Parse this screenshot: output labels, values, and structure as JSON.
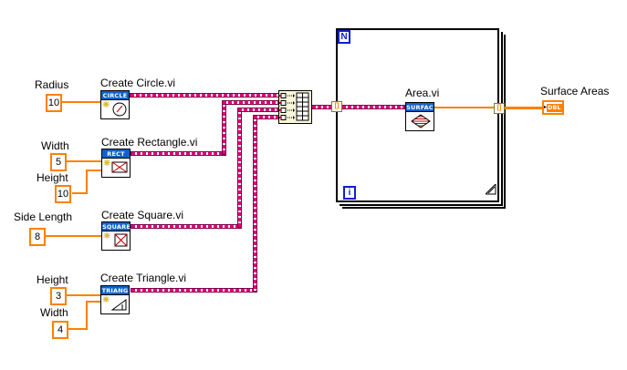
{
  "diagram": "LabVIEW block diagram",
  "colors": {
    "background": "#ffffff",
    "numeric_orange": "#ff8000",
    "cluster_pink": "#e0007c",
    "cluster_outline": "#7d0046",
    "vi_header_blue": "#0f62c8",
    "loop_terminal_blue": "#0b1fd4",
    "build_array_fill": "#faf6d8"
  },
  "controls": [
    {
      "label": "Radius",
      "value": "10"
    },
    {
      "label": "Width",
      "value": "5"
    },
    {
      "label": "Height",
      "value": "10"
    },
    {
      "label": "Side Length",
      "value": "8"
    },
    {
      "label": "Height",
      "value": "3"
    },
    {
      "label": "Width",
      "value": "4"
    }
  ],
  "vi_nodes": {
    "circle": {
      "label": "Create Circle.vi",
      "header": "CIRCLE"
    },
    "rectangle": {
      "label": "Create Rectangle.vi",
      "header": "RECT"
    },
    "square": {
      "label": "Create Square.vi",
      "header": "SQUARE"
    },
    "triangle": {
      "label": "Create Triangle.vi",
      "header": "TRIANG"
    },
    "area": {
      "label": "Area.vi",
      "header": "SURFAC"
    }
  },
  "for_loop": {
    "count_terminal": "N",
    "iteration_terminal": "i",
    "tunnel_left": "[]",
    "tunnel_right": "[]"
  },
  "indicator": {
    "label": "Surface Areas",
    "datatype": "DBL",
    "array_bracket": "]",
    "arrow": "▸"
  }
}
